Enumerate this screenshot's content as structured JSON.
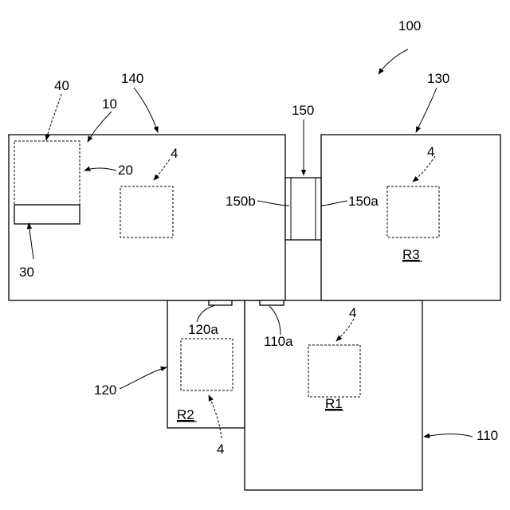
{
  "labels": {
    "system": "100",
    "room_110": "110",
    "room_120": "120",
    "room_130": "130",
    "room_140": "140",
    "passage": "150",
    "passage_a": "150a",
    "passage_b": "150b",
    "door_110a": "110a",
    "door_120a": "120a",
    "device": "10",
    "device_upper": "20",
    "device_lower": "30",
    "device_dashed": "40",
    "area_140": "4",
    "area_130": "4",
    "area_110": "4",
    "area_120": "4",
    "r1": "R1",
    "r2": "R2",
    "r3": "R3"
  }
}
